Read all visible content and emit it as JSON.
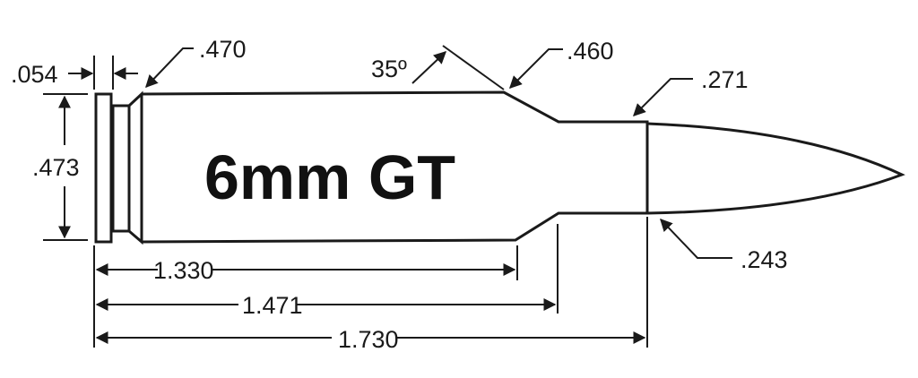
{
  "title": "6mm GT",
  "dimensions": {
    "rim_thickness": ".054",
    "rim_diameter": ".473",
    "base_diameter": ".470",
    "shoulder_angle": "35º",
    "shoulder_diameter": ".460",
    "neck_diameter": ".271",
    "bullet_diameter": ".243",
    "length_to_shoulder": "1.330",
    "length_to_neck": "1.471",
    "case_length": "1.730"
  },
  "colors": {
    "line": "#1a1a1a",
    "background": "#ffffff"
  }
}
